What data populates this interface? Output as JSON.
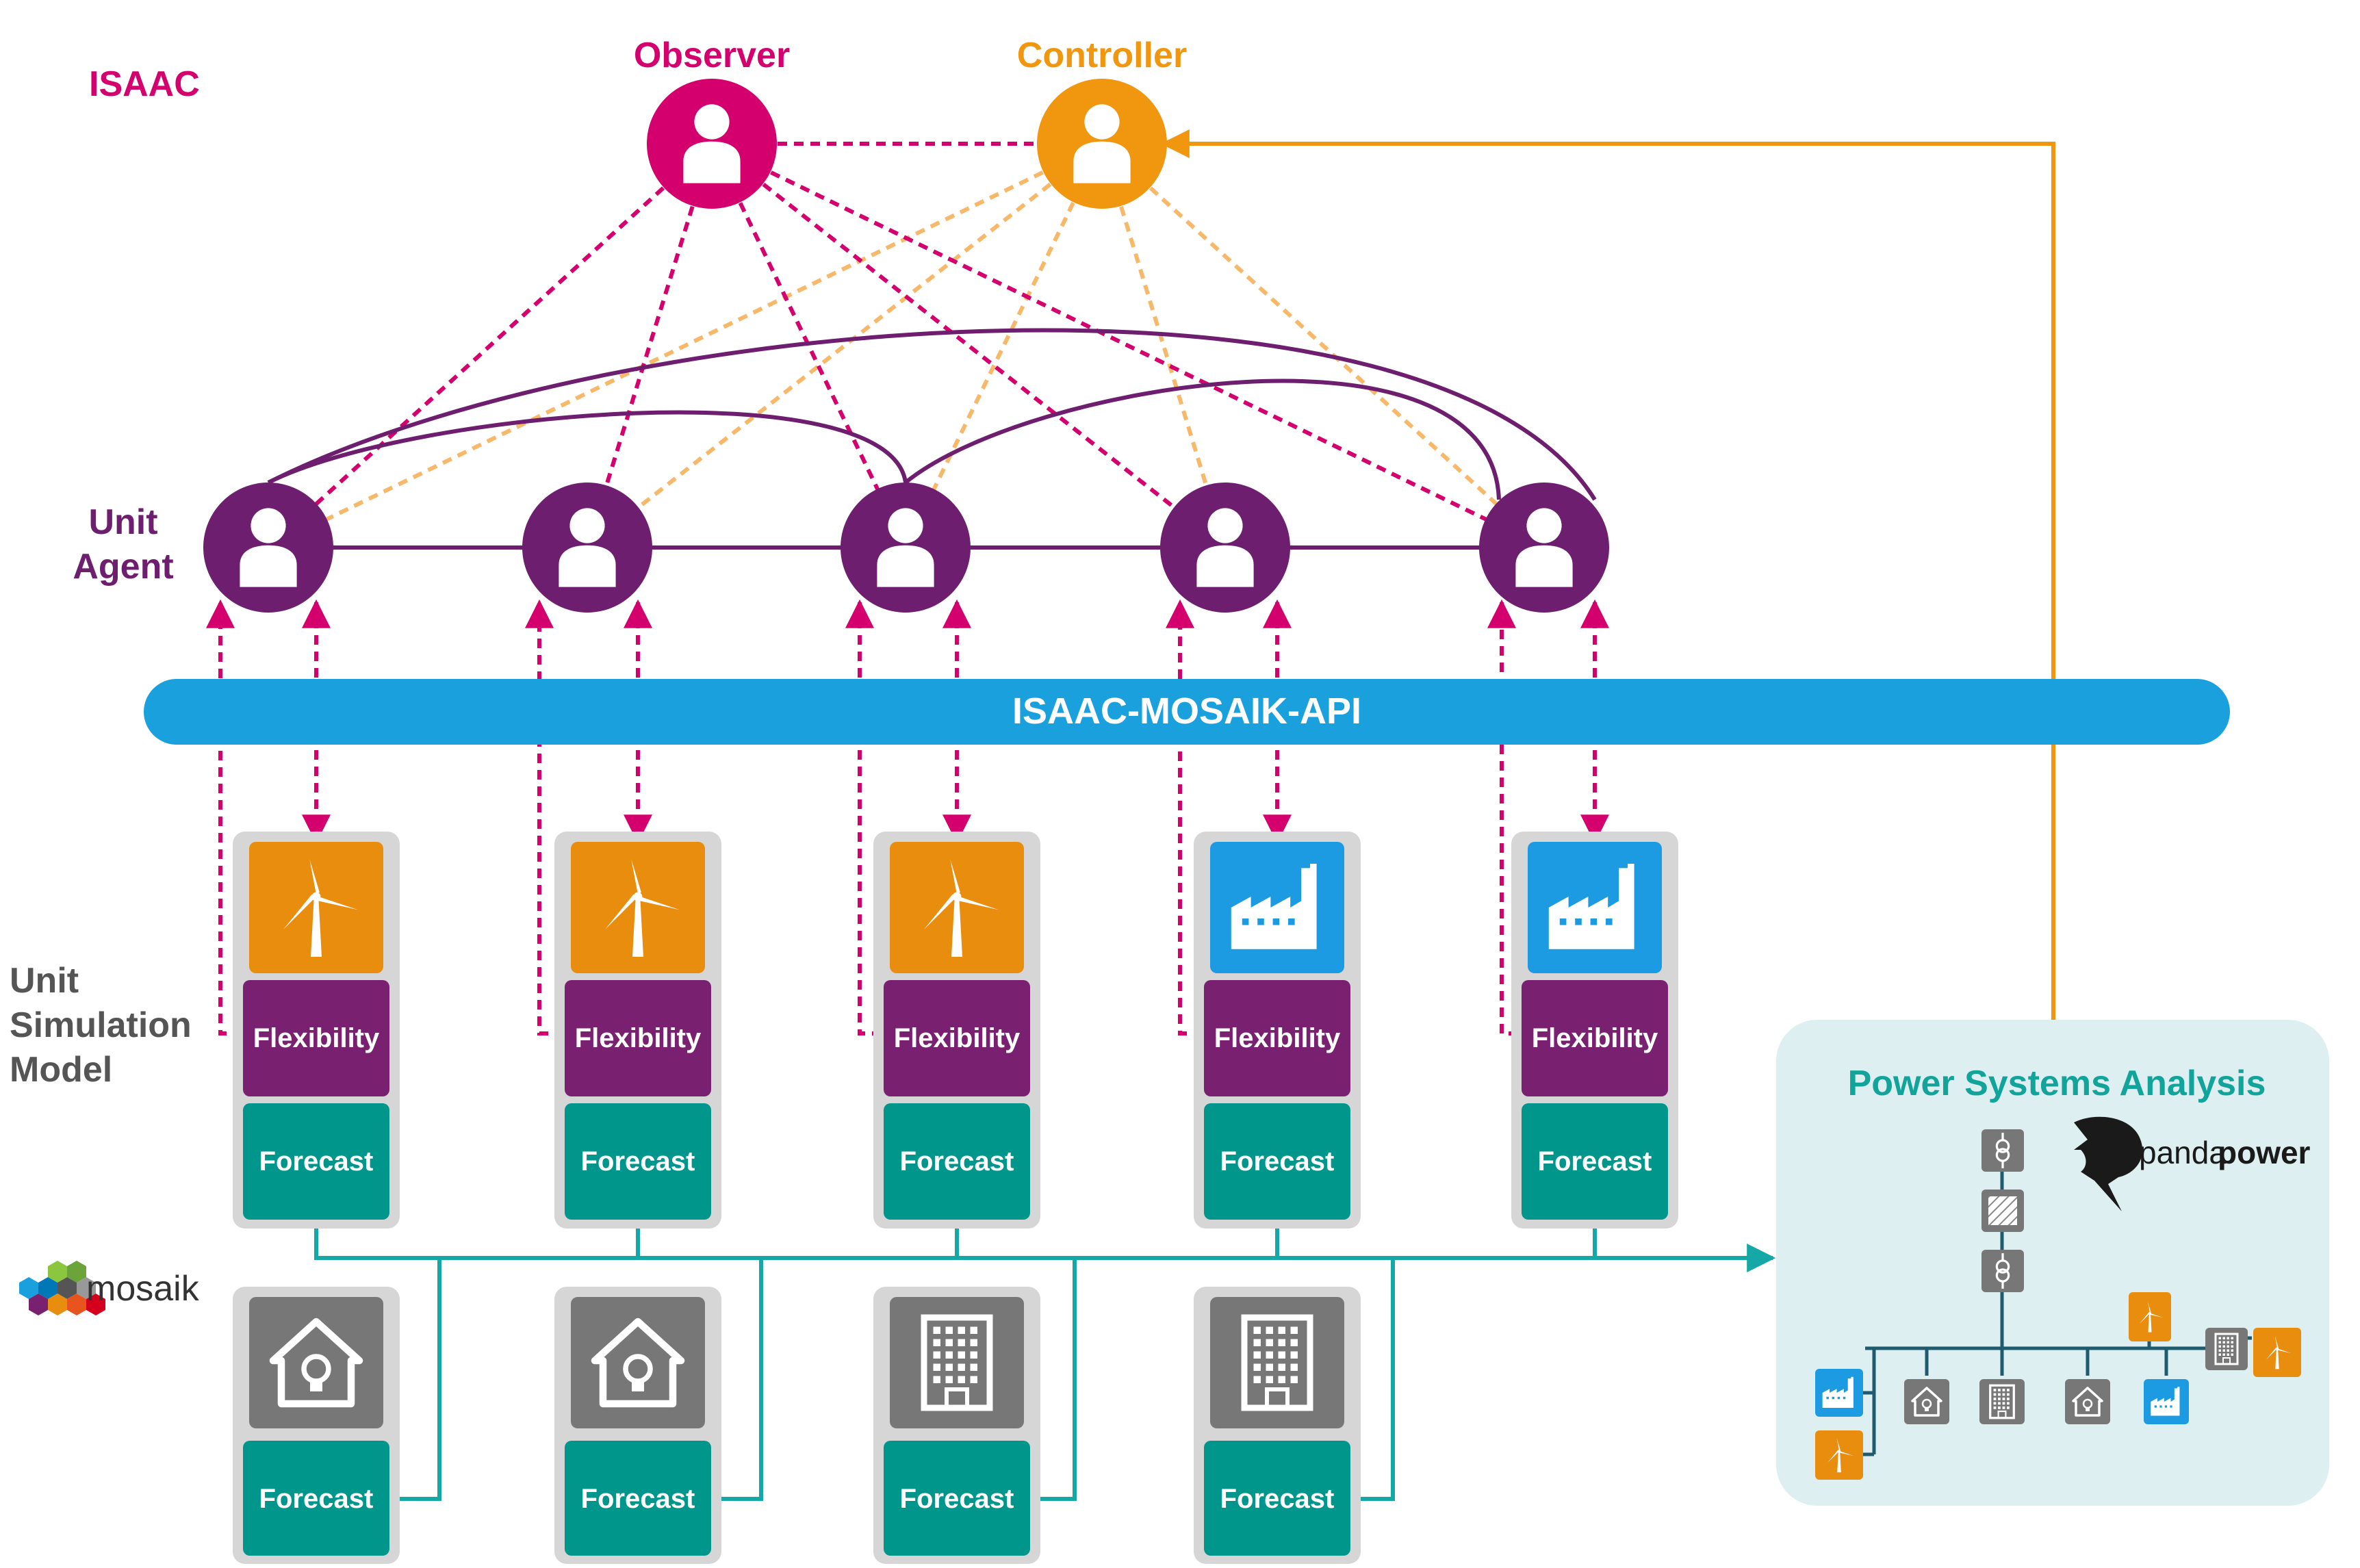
{
  "labels": {
    "isaac": "ISAAC",
    "observer": "Observer",
    "controller": "Controller",
    "unit_agent_line1": "Unit",
    "unit_agent_line2": "Agent",
    "unit_sim_line1": "Unit",
    "unit_sim_line2": "Simulation",
    "unit_sim_line3": "Model",
    "api_bar": "ISAAC-MOSAIK-API",
    "mosaik": "mosaik",
    "psa_title": "Power Systems Analysis",
    "pandapower_part1": "panda",
    "pandapower_part2": "power"
  },
  "units": [
    {
      "icon": "wind-turbine-icon",
      "flex": "Flexibility",
      "forecast": "Forecast"
    },
    {
      "icon": "wind-turbine-icon",
      "flex": "Flexibility",
      "forecast": "Forecast"
    },
    {
      "icon": "wind-turbine-icon",
      "flex": "Flexibility",
      "forecast": "Forecast"
    },
    {
      "icon": "factory-icon",
      "flex": "Flexibility",
      "forecast": "Forecast"
    },
    {
      "icon": "factory-icon",
      "flex": "Flexibility",
      "forecast": "Forecast"
    }
  ],
  "loads": [
    {
      "icon": "house-bulb-icon",
      "forecast": "Forecast"
    },
    {
      "icon": "house-bulb-icon",
      "forecast": "Forecast"
    },
    {
      "icon": "office-building-icon",
      "forecast": "Forecast"
    },
    {
      "icon": "office-building-icon",
      "forecast": "Forecast"
    }
  ],
  "colors": {
    "isaac_magenta": "#D4006E",
    "controller_orange": "#F0960F",
    "agent_purple": "#6E1E6E",
    "flex_purple": "#7A2070",
    "api_blue": "#1BA0DE",
    "forecast_teal": "#00968C",
    "teal_line": "#16A8A6",
    "unit_orange": "#E88D0E",
    "unit_blue": "#1D9BE2",
    "panel_gray": "#D6D6D6",
    "icon_gray": "#777777",
    "psa_bg": "#DDEFF0",
    "psa_text": "#12A49A",
    "dash_orange": "#F7B86A"
  }
}
